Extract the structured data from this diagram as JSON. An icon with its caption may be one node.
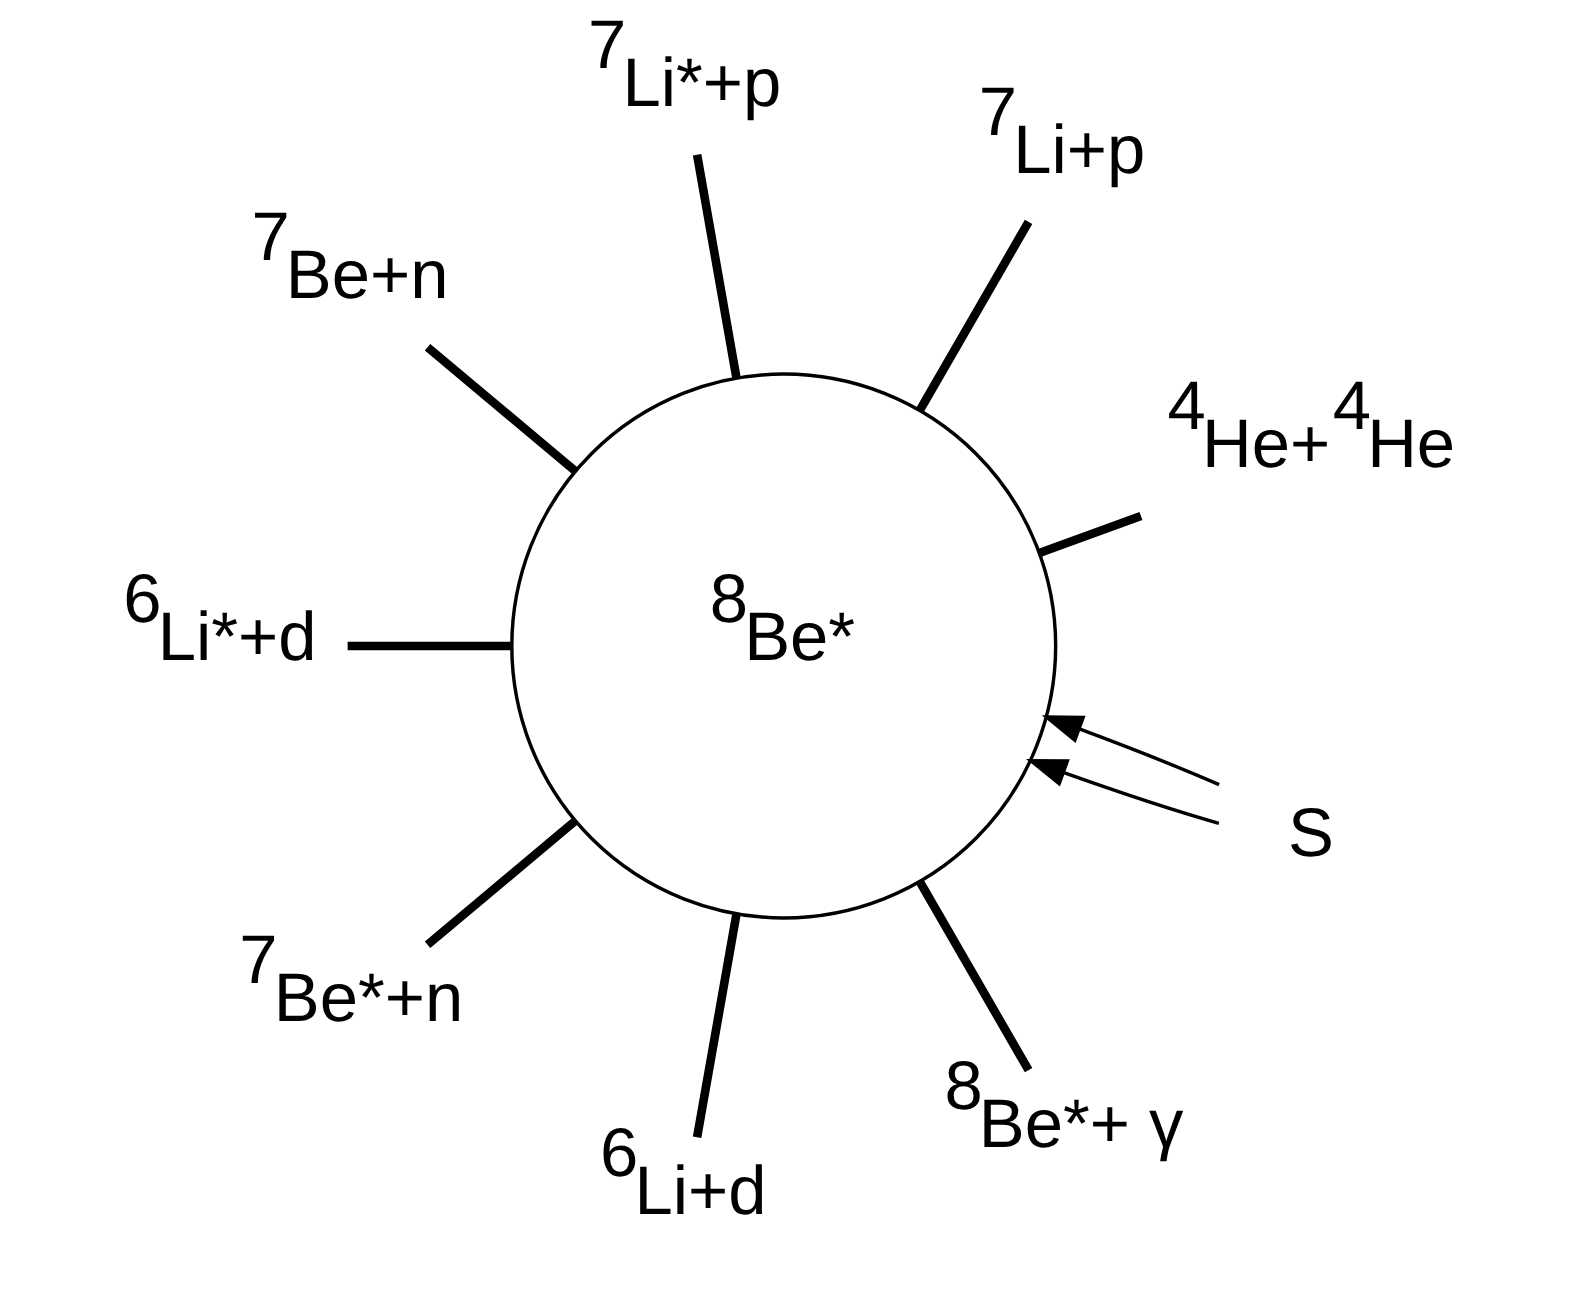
{
  "diagram": {
    "nodes": [
      {
        "text": [
          "$^{8}$Be*"
        ]
      },
      {
        "text": [
          "$^{4}$He+$^{4}$He"
        ]
      },
      {
        "text": [
          "$^{7}$Li+p"
        ]
      },
      {
        "text": [
          "$^{7}$Li*+p"
        ]
      },
      {
        "text": [
          "$^{7}$Be+n"
        ]
      },
      {
        "text": [
          "$^{6}$Li*+d"
        ]
      },
      {
        "text": [
          "$^{7}$Be*+n"
        ]
      },
      {
        "text": [
          "$^{6}$Li+d"
        ]
      },
      {
        "text": [
          "$^{8}$Be*+ γ"
        ]
      },
      {
        "text": [
          "S"
        ]
      }
    ],
    "edges": [
      {
        "from": 0,
        "to": 1,
        "arrow": "none"
      },
      {
        "from": 0,
        "to": 2,
        "arrow": "none"
      },
      {
        "from": 0,
        "to": 3,
        "arrow": "none"
      },
      {
        "from": 0,
        "to": 4,
        "arrow": "none"
      },
      {
        "from": 0,
        "to": 5,
        "arrow": "none"
      },
      {
        "from": 0,
        "to": 6,
        "arrow": "none"
      },
      {
        "from": 0,
        "to": 7,
        "arrow": "none"
      },
      {
        "from": 0,
        "to": 8,
        "arrow": "none"
      },
      {
        "from": 9,
        "to": 0,
        "arrow": "to"
      },
      {
        "from": 9,
        "to": 0,
        "arrow": "to"
      }
    ]
  }
}
